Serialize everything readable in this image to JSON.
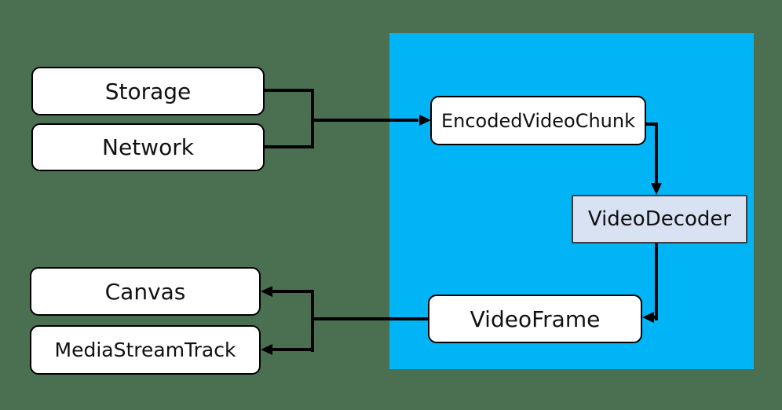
{
  "colors": {
    "background": "#4a7051",
    "panel": "#00b4f6",
    "node_fill": "#ffffff",
    "decoder_fill": "#d8e2f2",
    "decoder_border": "#3d3d3d",
    "line": "#000000",
    "text": "#111111"
  },
  "nodes": {
    "storage": {
      "label": "Storage"
    },
    "network": {
      "label": "Network"
    },
    "encoded_video_chunk": {
      "label": "EncodedVideoChunk"
    },
    "video_decoder": {
      "label": "VideoDecoder"
    },
    "video_frame": {
      "label": "VideoFrame"
    },
    "canvas": {
      "label": "Canvas"
    },
    "media_stream_track": {
      "label": "MediaStreamTrack"
    }
  },
  "edges": [
    {
      "from": "Storage",
      "to": "EncodedVideoChunk"
    },
    {
      "from": "Network",
      "to": "EncodedVideoChunk"
    },
    {
      "from": "EncodedVideoChunk",
      "to": "VideoDecoder"
    },
    {
      "from": "VideoDecoder",
      "to": "VideoFrame"
    },
    {
      "from": "VideoFrame",
      "to": "Canvas"
    },
    {
      "from": "VideoFrame",
      "to": "MediaStreamTrack"
    }
  ]
}
